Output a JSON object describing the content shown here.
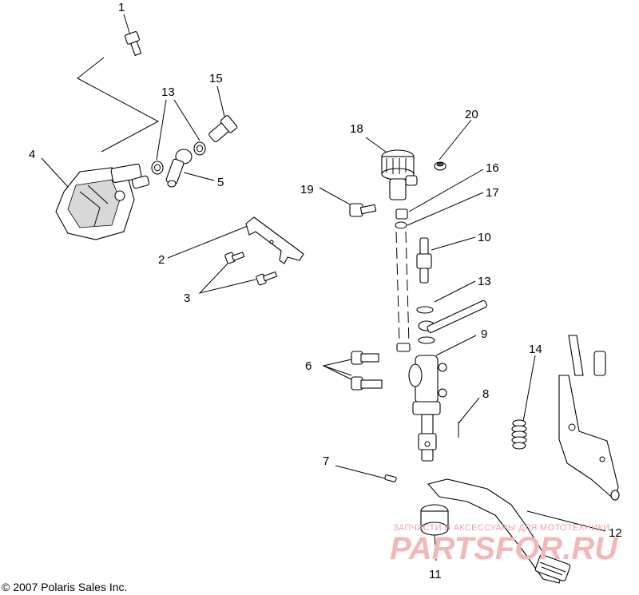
{
  "callouts": [
    {
      "id": "c1",
      "label": "1"
    },
    {
      "id": "c2",
      "label": "2"
    },
    {
      "id": "c3",
      "label": "3"
    },
    {
      "id": "c4",
      "label": "4"
    },
    {
      "id": "c5",
      "label": "5"
    },
    {
      "id": "c6",
      "label": "6"
    },
    {
      "id": "c7",
      "label": "7"
    },
    {
      "id": "c8",
      "label": "8"
    },
    {
      "id": "c9",
      "label": "9"
    },
    {
      "id": "c10",
      "label": "10"
    },
    {
      "id": "c11",
      "label": "11"
    },
    {
      "id": "c12",
      "label": "12"
    },
    {
      "id": "c13a",
      "label": "13"
    },
    {
      "id": "c13b",
      "label": "13"
    },
    {
      "id": "c14",
      "label": "14"
    },
    {
      "id": "c15",
      "label": "15"
    },
    {
      "id": "c16",
      "label": "16"
    },
    {
      "id": "c17",
      "label": "17"
    },
    {
      "id": "c18",
      "label": "18"
    },
    {
      "id": "c19",
      "label": "19"
    },
    {
      "id": "c20",
      "label": "20"
    }
  ],
  "watermark": {
    "small": "ЗАПЧАСТИ И АКСЕССУАРЫ ДЛЯ МОТОТЕХНИКИ",
    "big": "PARTSFOR.RU",
    "color": "#f2b8b8"
  },
  "copyright": "© 2007 Polaris Sales Inc."
}
